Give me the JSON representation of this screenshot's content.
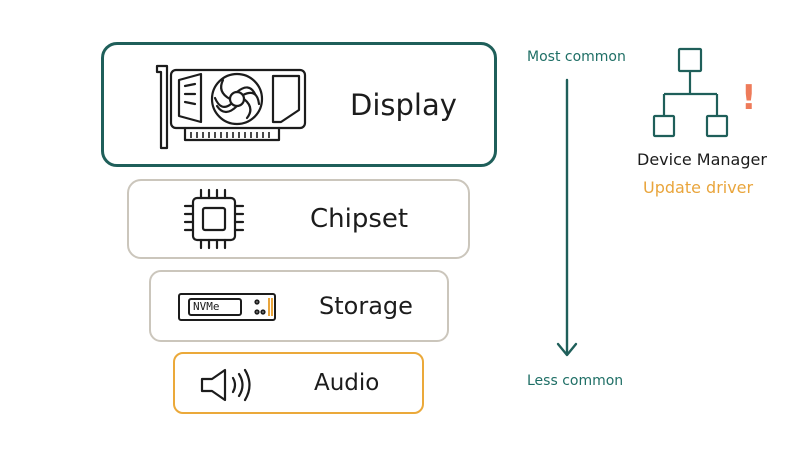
{
  "layers": [
    {
      "label": "Display",
      "icon": "graphics-card-icon"
    },
    {
      "label": "Chipset",
      "icon": "chip-icon"
    },
    {
      "label": "Storage",
      "icon": "nvme-ssd-icon",
      "icon_text": "NVMe"
    },
    {
      "label": "Audio",
      "icon": "speaker-icon"
    }
  ],
  "frequency_axis": {
    "top_label": "Most common",
    "bottom_label": "Less common"
  },
  "device_manager": {
    "title": "Device Manager",
    "action": "Update driver",
    "alert": "!",
    "icon": "device-tree-icon"
  },
  "colors": {
    "primary": "#1f5f5a",
    "neutral_border": "#cbc6bc",
    "accent": "#eba93a",
    "alert": "#ee7b5a"
  }
}
